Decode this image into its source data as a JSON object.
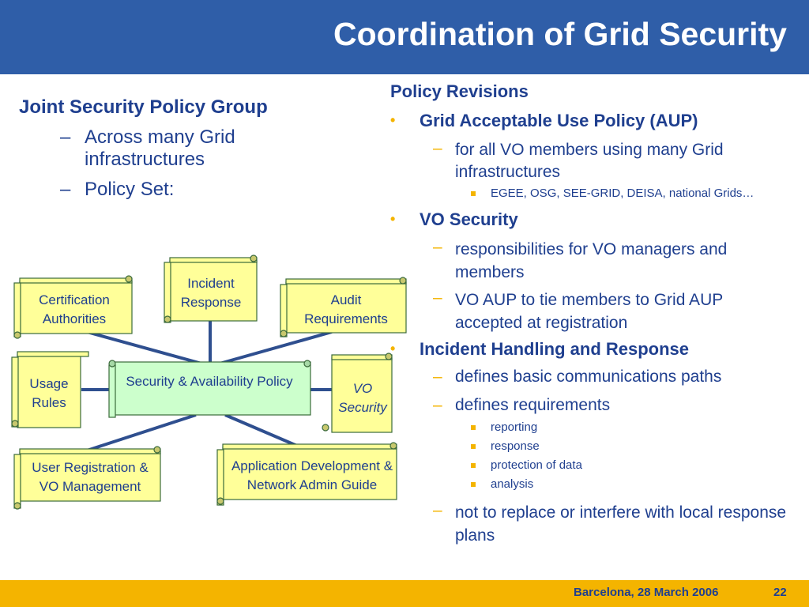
{
  "header": {
    "title": "Coordination of Grid Security"
  },
  "left": {
    "heading": "Joint Security Policy Group",
    "items": [
      "Across many Grid infrastructures",
      "Policy Set:"
    ]
  },
  "diagram": {
    "center": "Security & Availability Policy",
    "certification": "Certification Authorities",
    "incident": "Incident Response",
    "audit": "Audit Requirements",
    "usage": "Usage Rules",
    "vo_security": "VO Security",
    "user_registration": "User Registration & VO Management",
    "app_dev": "Application Development & Network Admin Guide"
  },
  "right": {
    "heading": "Policy Revisions",
    "aup": {
      "title": "Grid Acceptable Use Policy (AUP)",
      "sub": "for all VO members using many Grid infrastructures",
      "subsub": "EGEE, OSG, SEE-GRID, DEISA, national Grids…"
    },
    "vo": {
      "title": "VO Security",
      "subs": [
        "responsibilities for VO managers and members",
        "VO AUP to tie members to Grid AUP accepted at registration"
      ]
    },
    "incident": {
      "title": "Incident Handling and Response",
      "sub1": "defines basic communications paths",
      "sub2": "defines requirements",
      "reqs": [
        "reporting",
        "response",
        "protection of data",
        "analysis"
      ],
      "sub3": "not to replace or interfere with local response plans"
    }
  },
  "footer": {
    "text": "Barcelona, 28 March 2006",
    "page": "22"
  },
  "colors": {
    "header_bg": "#2f5ea8",
    "footer_bg": "#f4b400",
    "text": "#1f3f8f",
    "scroll_fill": "#ffff99",
    "center_fill": "#ccffcc"
  }
}
